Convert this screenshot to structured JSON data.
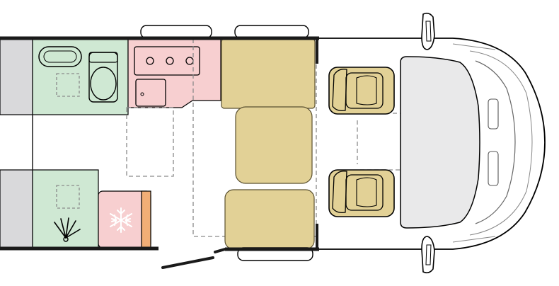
{
  "floorplan": {
    "type": "motorhome-layout",
    "orientation": "cab-right",
    "colors": {
      "background": "#ffffff",
      "outline": "#000000",
      "wall": "#1a1a1a",
      "dashed": "#8a8a8a",
      "storage_gray": "#d9d9db",
      "bathroom_green": "#cfe8d3",
      "kitchen_pink": "#f7cfd0",
      "seat_tan": "#e2d196",
      "seat_edge": "#5a5030",
      "fridge_orange": "#f2ae76",
      "glass": "#e9e9ea"
    },
    "zones": [
      {
        "name": "rear-storage"
      },
      {
        "name": "bathroom",
        "fixtures": [
          "washbasin",
          "toilet",
          "shower-tray"
        ]
      },
      {
        "name": "kitchen",
        "fixtures": [
          "hob",
          "sink"
        ]
      },
      {
        "name": "dinette",
        "fixtures": [
          "bench-front",
          "table",
          "bench-rear"
        ]
      },
      {
        "name": "shower-room",
        "fixtures": [
          "shower-head"
        ]
      },
      {
        "name": "fridge-unit",
        "fixtures": [
          "fridge-snowflake"
        ]
      },
      {
        "name": "cab",
        "fixtures": [
          "driver-seat",
          "passenger-seat",
          "dashboard",
          "windscreen"
        ]
      }
    ],
    "mirrors": 2,
    "skylights": 3
  }
}
